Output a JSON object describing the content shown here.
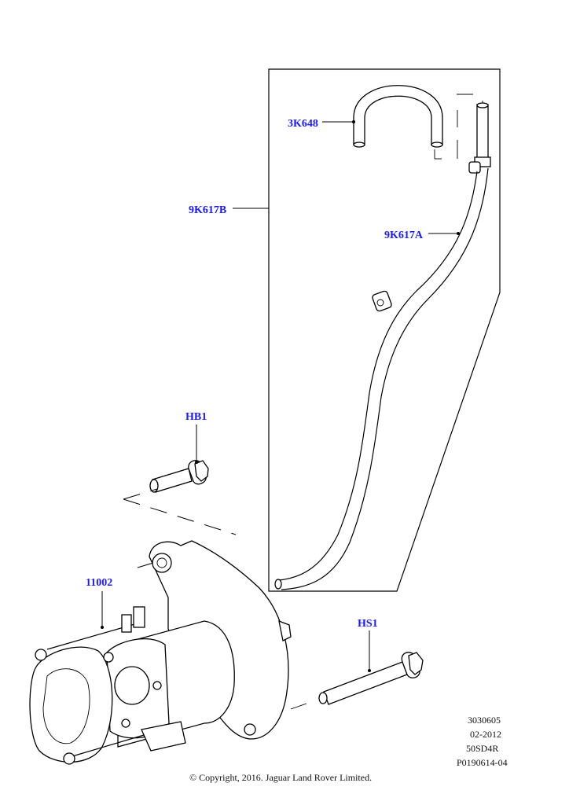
{
  "diagram": {
    "title": "Starter motor parts diagram",
    "accent_color": "#1a1aff",
    "callouts": [
      {
        "id": "3K648",
        "label": "3K648",
        "part": "hose-u-bend"
      },
      {
        "id": "9K617B",
        "label": "9K617B",
        "part": "tube-assembly-group"
      },
      {
        "id": "9K617A",
        "label": "9K617A",
        "part": "vent-tube"
      },
      {
        "id": "HB1",
        "label": "HB1",
        "part": "flange-bolt"
      },
      {
        "id": "11002",
        "label": "11002",
        "part": "starter-motor"
      },
      {
        "id": "HS1",
        "label": "HS1",
        "part": "long-bolt"
      }
    ]
  },
  "info_block": {
    "lines": [
      "3030605",
      "02-2012",
      "50SD4R",
      "P0190614-04"
    ]
  },
  "copyright": "© Copyright, 2016. Jaguar Land Rover Limited."
}
